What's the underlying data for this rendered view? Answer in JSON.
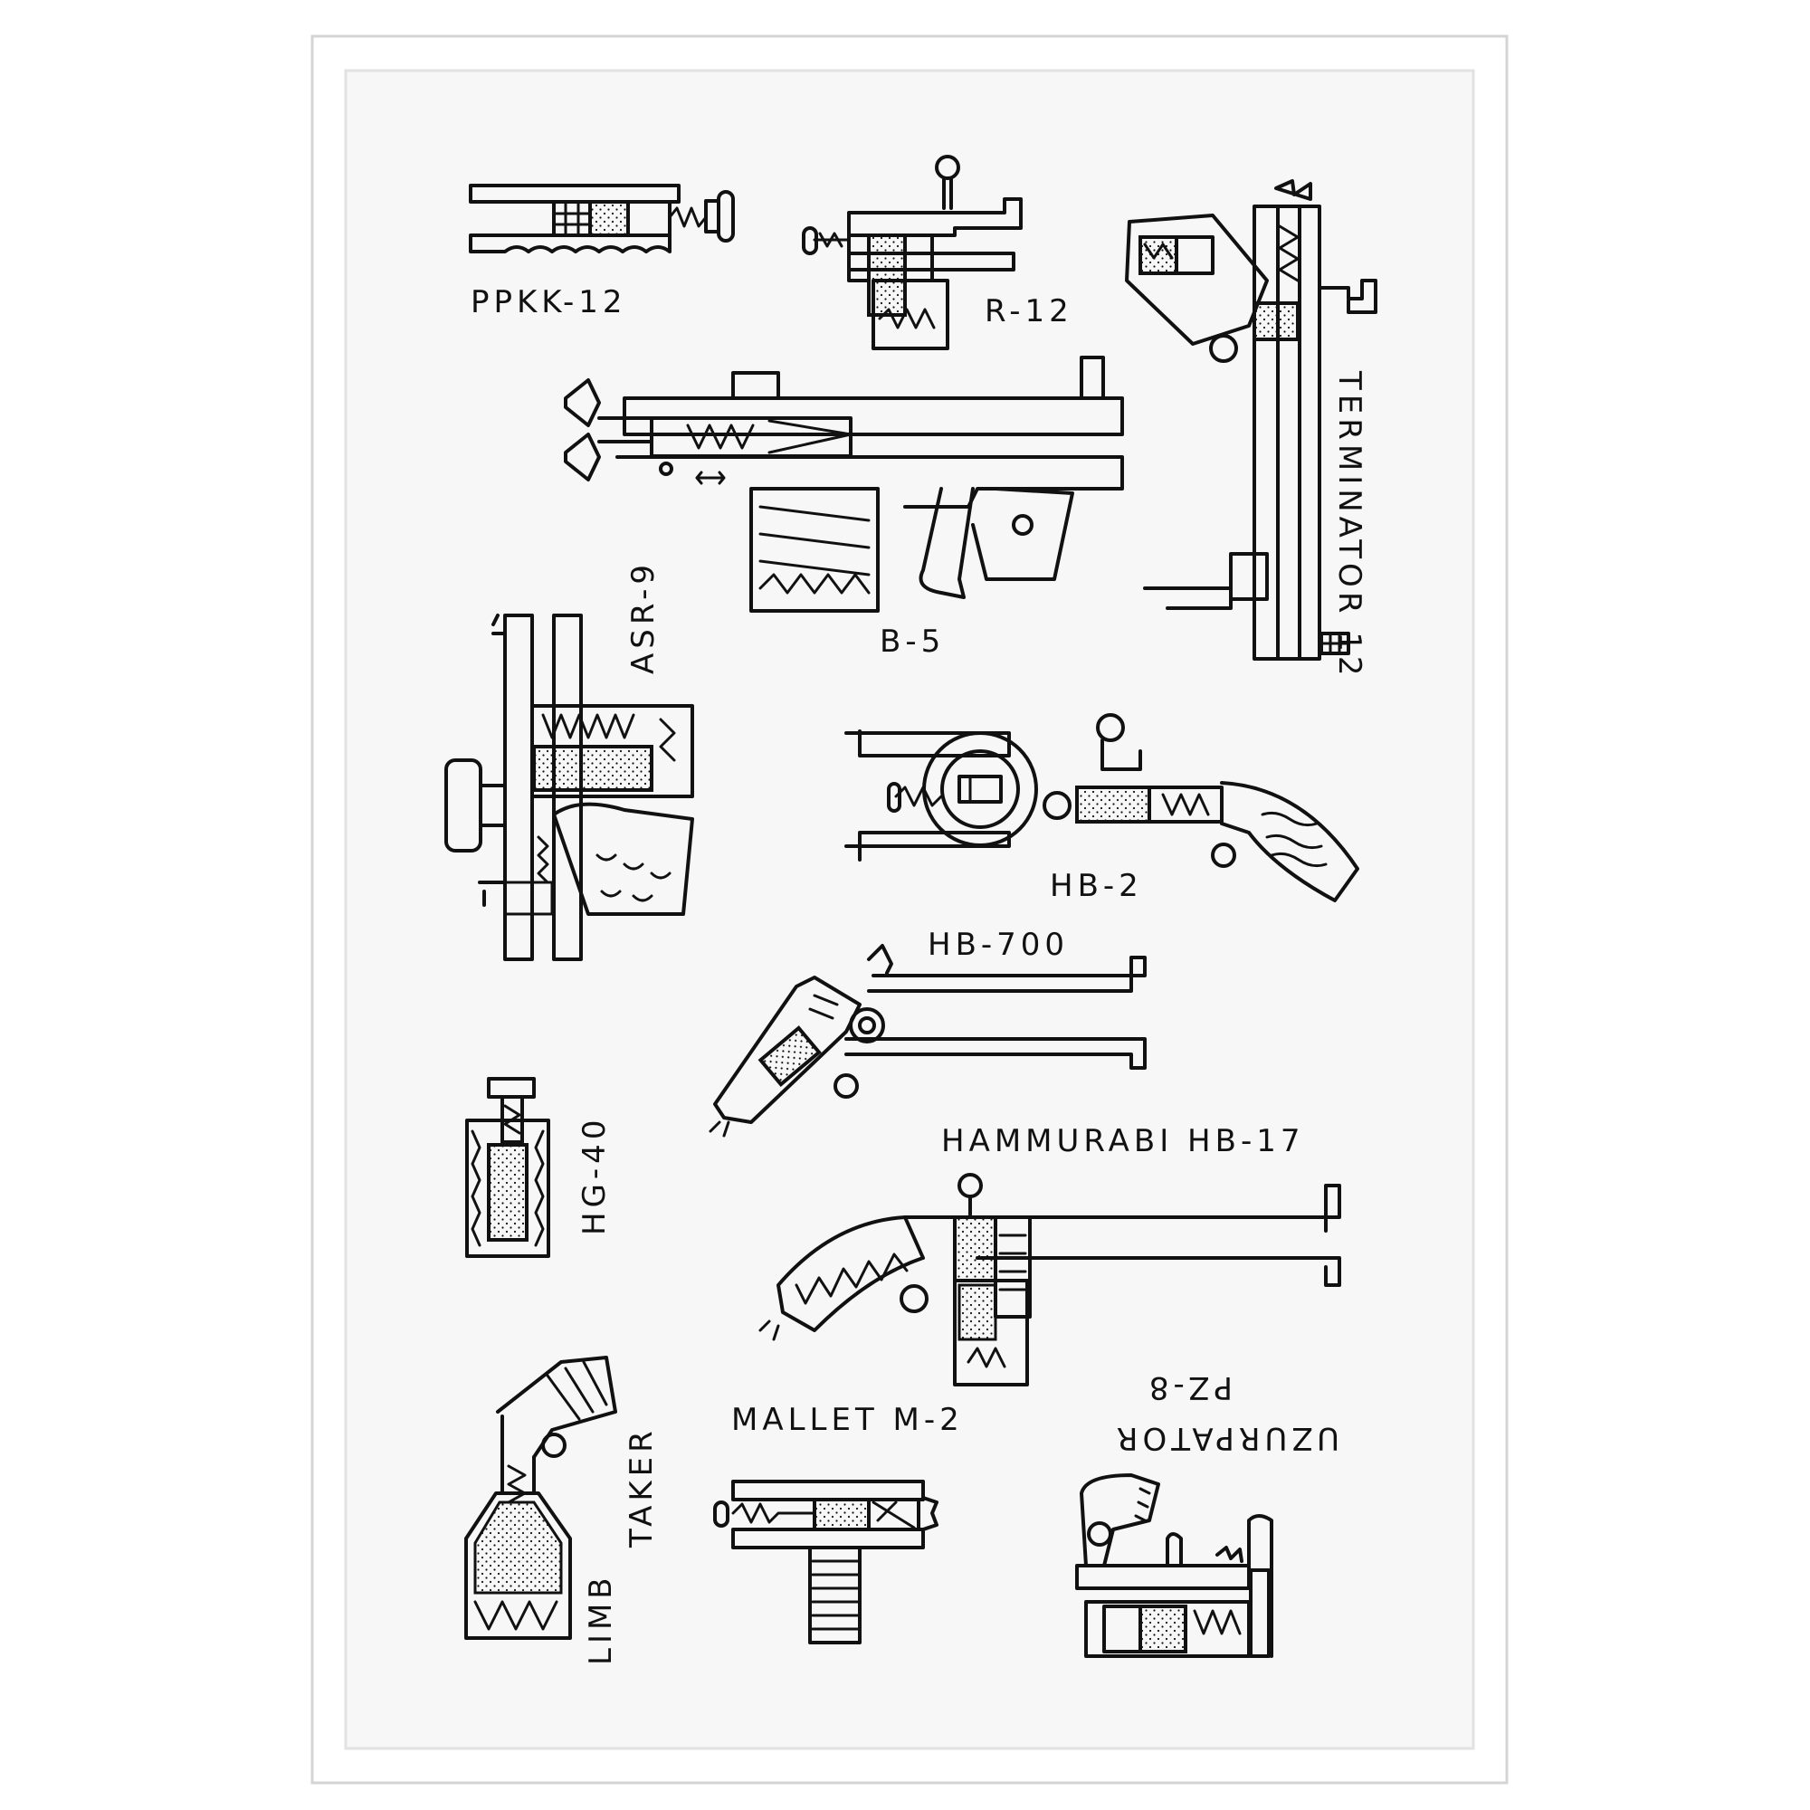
{
  "poster": {
    "frame_color": "#ffffff",
    "paper_color": "#f7f7f7",
    "ink_color": "#111111"
  },
  "labels": {
    "ppkk12": "PPKK-12",
    "r12": "R-12",
    "terminator12": "TERMINATOR 12",
    "asr9": "ASR-9",
    "b5": "B-5",
    "hb2": "HB-2",
    "hb700": "HB-700",
    "hg40": "HG-40",
    "hammurabi": "HAMMURABI HB-17",
    "uzurpator": "UZURPATOR",
    "pz8": "PZ-8",
    "mallet": "MALLET M-2",
    "limb": "LIMB",
    "taker": "TAKER"
  }
}
